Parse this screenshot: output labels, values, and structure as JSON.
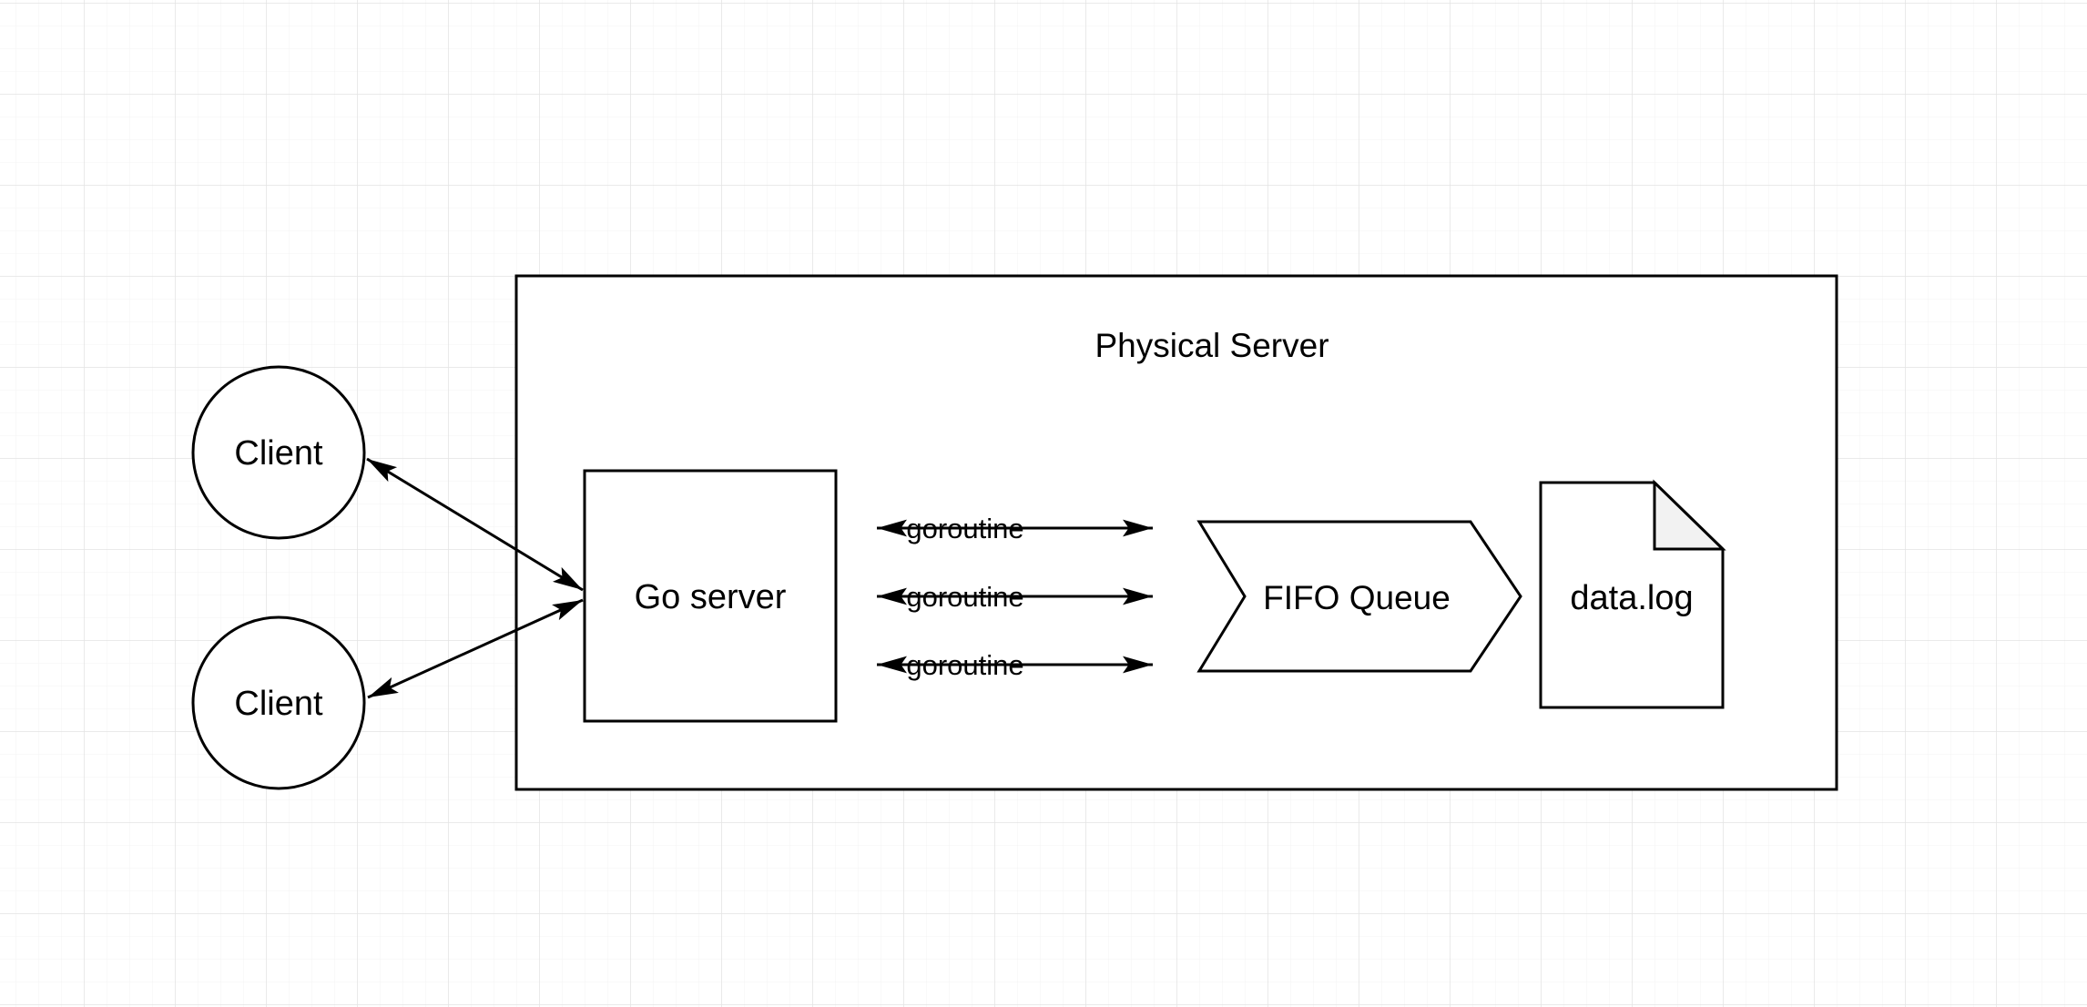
{
  "colors": {
    "canvas_background": "#ffffff",
    "grid_minor_line": "#f3f3f3",
    "grid_major_line": "#e3e3e3",
    "shape_stroke": "#000000",
    "shape_fill": "#ffffff",
    "document_fold_fill": "#f2f2f2",
    "label_text": "#000000"
  },
  "diagram": {
    "container": {
      "label": "Physical Server"
    },
    "clients": [
      {
        "label": "Client"
      },
      {
        "label": "Client"
      }
    ],
    "go_server": {
      "label": "Go server"
    },
    "goroutines": [
      {
        "label": "goroutine"
      },
      {
        "label": "goroutine"
      },
      {
        "label": "goroutine"
      }
    ],
    "fifo_queue": {
      "label": "FIFO Queue"
    },
    "log_file": {
      "label": "data.log"
    }
  }
}
